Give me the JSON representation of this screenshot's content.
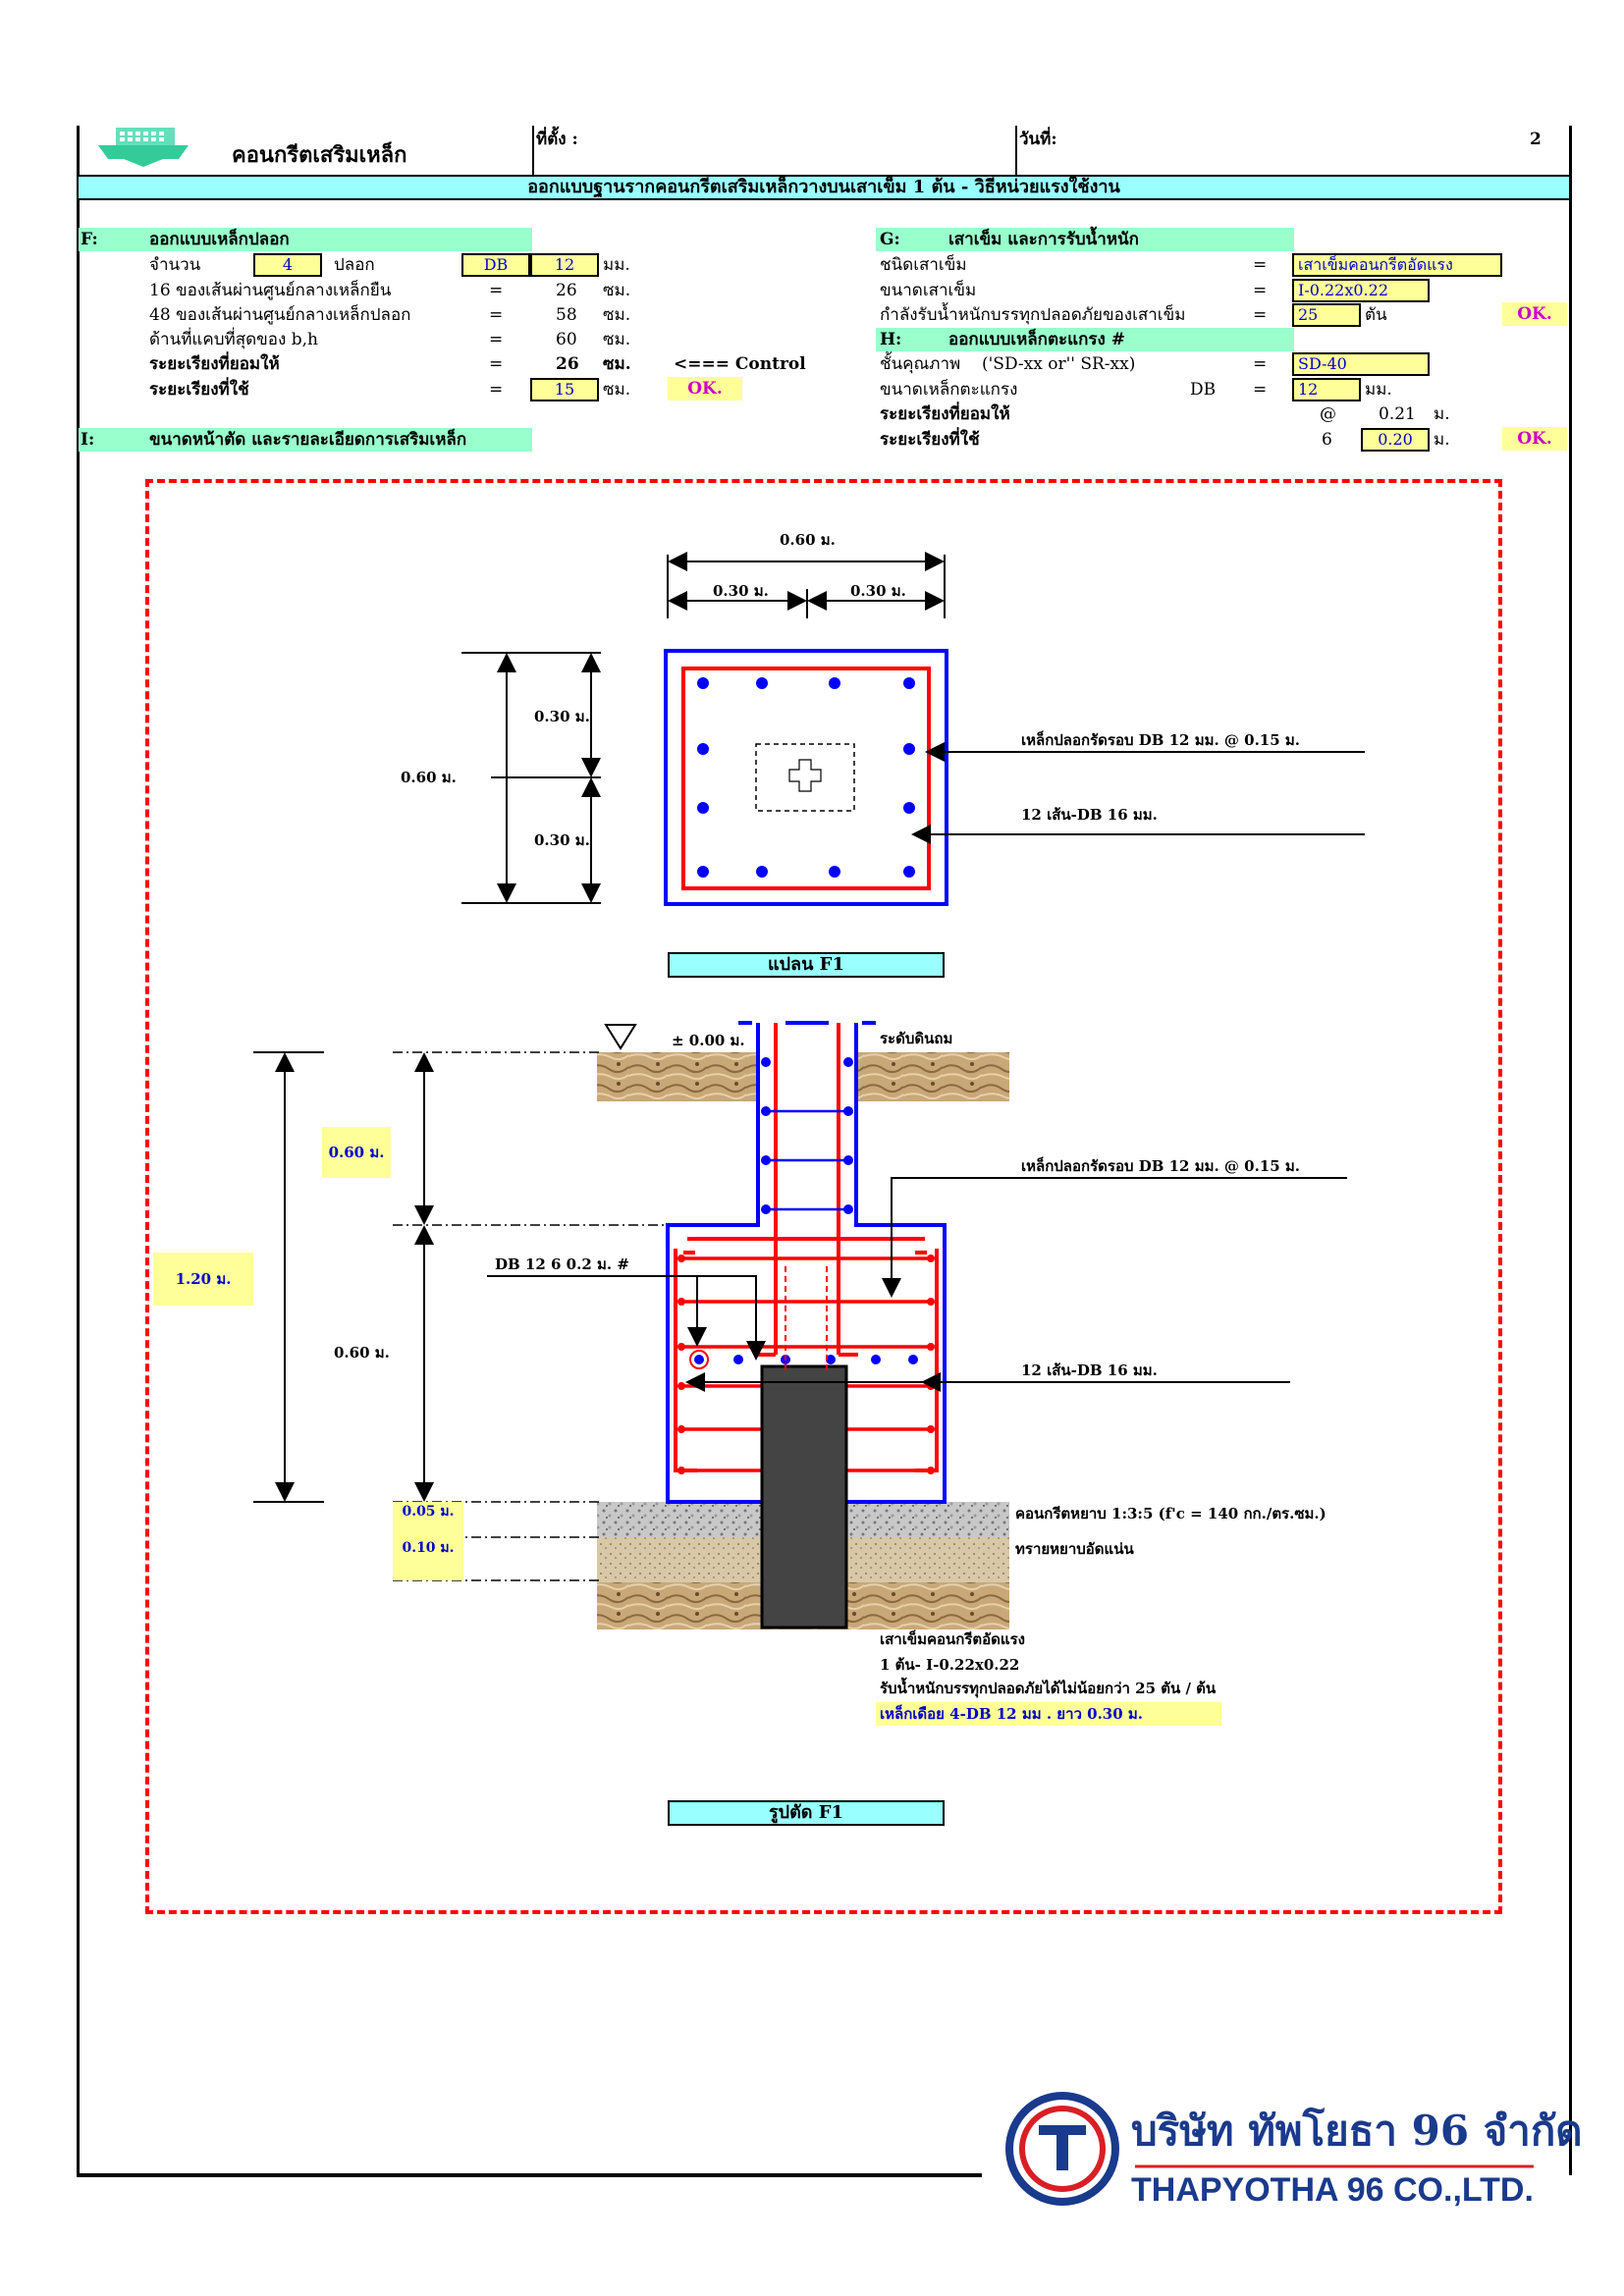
{
  "header": {
    "company_title": "คอนกรีตเสริมเหล็ก",
    "location_label": "ที่ตั้ง :",
    "date_label": "วันที่:",
    "page_number": "2",
    "banner": "ออกแบบฐานรากคอนกรีตเสริมเหล็กวางบนเสาเข็ม 1 ต้น - วิธีหน่วยแรงใช้งาน"
  },
  "sectionF": {
    "code": "F:",
    "title": "ออกแบบเหล็กปลอก",
    "row1": {
      "label": "จำนวน",
      "count": "4",
      "unit_word": "ปลอก",
      "bar_type": "DB",
      "bar_size": "12",
      "unit": "มม."
    },
    "row2": {
      "label": "16 ของเส้นผ่านศูนย์กลางเหล็กยืน",
      "eq": "=",
      "value": "26",
      "unit": "ซม."
    },
    "row3": {
      "label": "48 ของเส้นผ่านศูนย์กลางเหล็กปลอก",
      "eq": "=",
      "value": "58",
      "unit": "ซม."
    },
    "row4": {
      "label": "ด้านที่แคบที่สุดของ b,h",
      "eq": "=",
      "value": "60",
      "unit": "ซม."
    },
    "row5": {
      "label": "ระยะเรียงที่ยอมให้",
      "eq": "=",
      "value": "26",
      "unit": "ซม.",
      "note": "<=== Control"
    },
    "row6": {
      "label": "ระยะเรียงที่ใช้",
      "eq": "=",
      "value": "15",
      "unit": "ซม.",
      "ok": "OK."
    }
  },
  "sectionG": {
    "code": "G:",
    "title": "เสาเข็ม และการรับน้ำหนัก",
    "row1": {
      "label": "ชนิดเสาเข็ม",
      "eq": "=",
      "value": "เสาเข็มคอนกรีตอัดแรง"
    },
    "row2": {
      "label": "ขนาดเสาเข็ม",
      "eq": "=",
      "value": "I-0.22x0.22"
    },
    "row3": {
      "label": "กำลังรับน้ำหนักบรรทุกปลอดภัยของเสาเข็ม",
      "eq": "=",
      "value": "25",
      "unit": "ตัน",
      "ok": "OK."
    }
  },
  "sectionH": {
    "code": "H:",
    "title": "ออกแบบเหล็กตะแกรง #",
    "row1": {
      "label": "ชั้นคุณภาพ",
      "hint": "('SD-xx or'' SR-xx)",
      "eq": "=",
      "value": "SD-40"
    },
    "row2": {
      "label": "ขนาดเหล็กตะแกรง",
      "bar_type": "DB",
      "eq": "=",
      "value": "12",
      "unit": "มม."
    },
    "row3": {
      "label": "ระยะเรียงที่ยอมให้",
      "at": "@",
      "value": "0.21",
      "unit": "ม."
    },
    "row4": {
      "label": "ระยะเรียงที่ใช้",
      "count": "6",
      "value": "0.20",
      "unit": "ม.",
      "ok": "OK."
    }
  },
  "sectionI": {
    "code": "I:",
    "title": "ขนาดหน้าตัด และรายละเอียดการเสริมเหล็ก"
  },
  "plan": {
    "dim_total": "0.60 ม.",
    "dim_half_left": "0.30 ม.",
    "dim_half_right": "0.30 ม.",
    "dim_v_top": "0.30 ม.",
    "dim_v_bottom": "0.30 ม.",
    "dim_v_total": "0.60 ม.",
    "callout_stirrup": "เหล็กปลอกรัดรอบ DB 12  มม. @ 0.15 ม.",
    "callout_main": "12 เส้น-DB 16 มม.",
    "caption": "แปลน F1"
  },
  "section": {
    "ground_level": "± 0.00 ม.",
    "ground_label": "ระดับดินถม",
    "dim_total": "1.20 ม.",
    "dim_upper": "0.60 ม.",
    "dim_lower": "0.60 ม.",
    "dim_lean": "0.05 ม.",
    "dim_sand": "0.10 ม.",
    "callout_stirrup": "เหล็กปลอกรัดรอบ DB 12  มม. @ 0.15 ม.",
    "callout_mesh": "DB 12  6 0.2 ม.  #",
    "callout_main": "12 เส้น-DB 16 มม.",
    "lean_concrete": "คอนกรีตหยาบ 1:3:5 (f'c = 140 กก./ตร.ซม.)",
    "sand_label": "ทรายหยาบอัดแน่น",
    "pile_line1": "เสาเข็มคอนกรีตอัดแรง",
    "pile_line2": "1 ต้น- I-0.22x0.22",
    "pile_line3": "รับน้ำหนักบรรทุกปลอดภัยได้ไม่น้อยกว่า 25 ตัน / ต้น",
    "pile_line4": "เหล็กเดือย 4-DB 12 มม . ยาว 0.30 ม.",
    "caption": "รูปตัด F1"
  },
  "footer": {
    "company_th": "บริษัท ทัพโยธา 96 จำกัด",
    "company_en": "THAPYOTHA 96 CO.,LTD.",
    "logo_letter": "T"
  },
  "colors": {
    "accent_cyan": "#99ffff",
    "section_green": "#99ffcc",
    "input_yellow": "#ffff99",
    "rebar_red": "#ff0000",
    "outline_blue": "#0000ff",
    "brand_blue": "#1a3a8c",
    "brand_red": "#d81f26"
  }
}
